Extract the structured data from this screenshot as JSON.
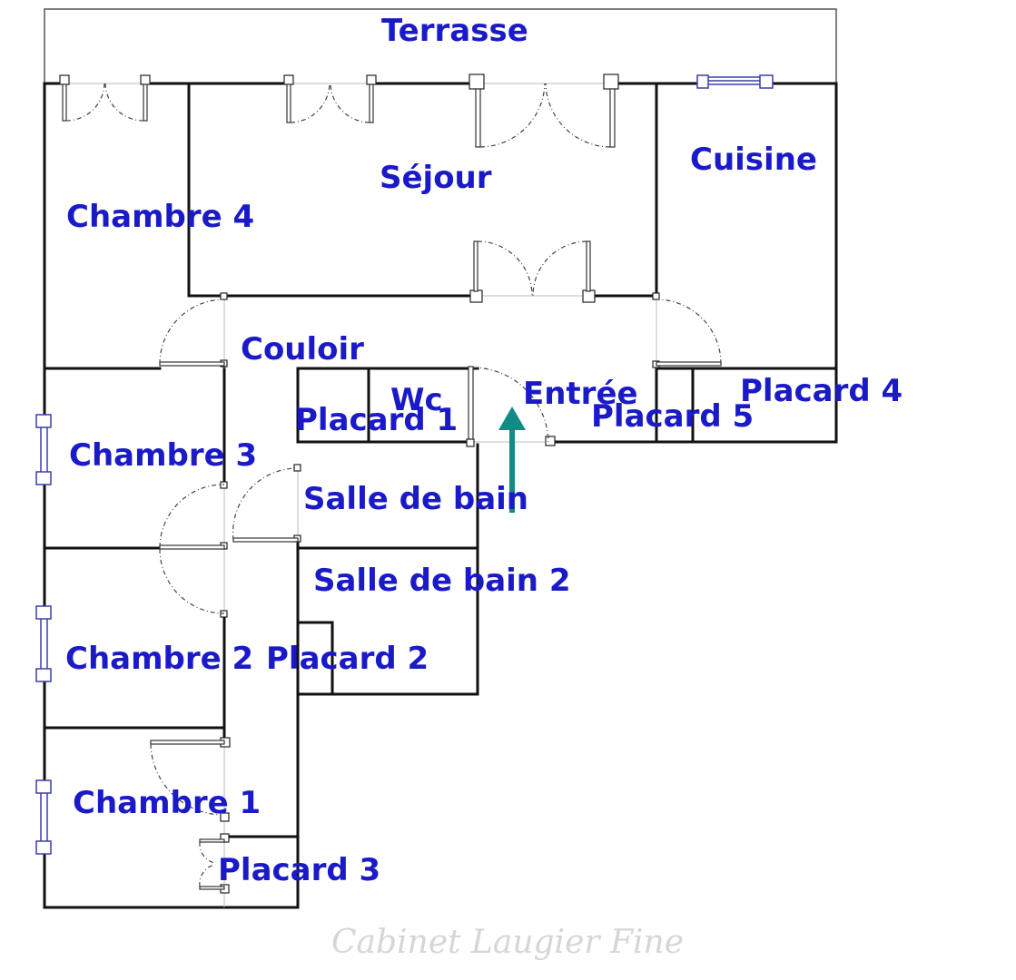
{
  "rooms": {
    "terrasse": "Terrasse",
    "sejour": "Séjour",
    "cuisine": "Cuisine",
    "chambre4": "Chambre 4",
    "couloir": "Couloir",
    "wc": "Wc",
    "entree": "Entrée",
    "placard4": "Placard 4",
    "placard1": "Placard 1",
    "placard5": "Placard 5",
    "chambre3": "Chambre 3",
    "salle_de_bain": "Salle de bain",
    "salle_de_bain2": "Salle de bain 2",
    "chambre2": "Chambre 2",
    "placard2": "Placard 2",
    "chambre1": "Chambre 1",
    "placard3": "Placard 3"
  },
  "watermark": "Cabinet Laugier Fine",
  "colors": {
    "label": "#1a1ac8",
    "wall": "#111111",
    "entrance_arrow": "#138a85",
    "window": "#3a3fa8"
  }
}
